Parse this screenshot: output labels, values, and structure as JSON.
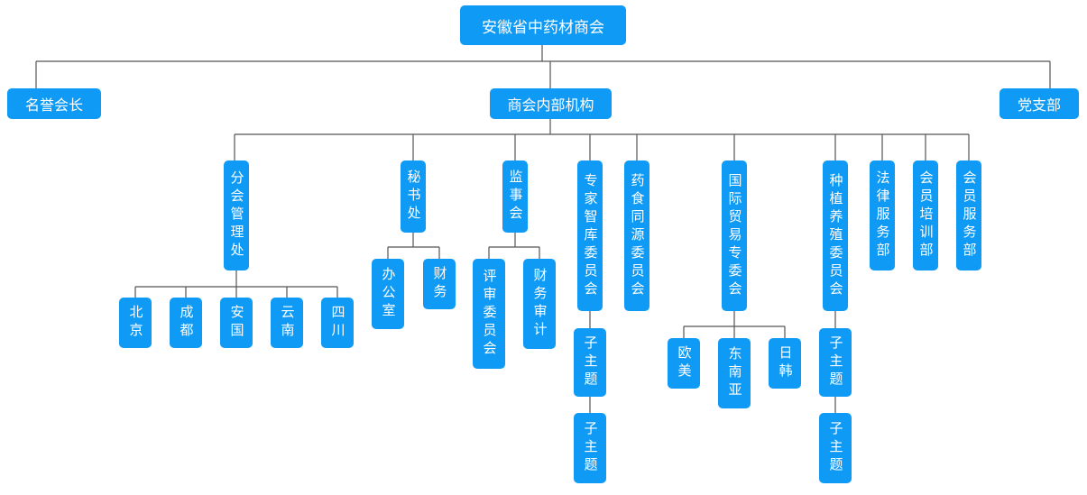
{
  "org_chart": {
    "root": "安徽省中药材商会",
    "honorary_president": "名誉会长",
    "internal_bodies": "商会内部机构",
    "party_branch": "党支部",
    "branch_office": "分会管理处",
    "branch_office_children": [
      "北京",
      "成都",
      "安国",
      "云南",
      "四川"
    ],
    "secretariat": "秘书处",
    "secretariat_children": [
      "办公室",
      "财务"
    ],
    "supervisory": "监事会",
    "supervisory_children": [
      "评审委员会",
      "财务审计"
    ],
    "expert_think_tank": "专家智库委员会",
    "expert_subtopics": [
      "子主题",
      "子主题"
    ],
    "medicine_food": "药食同源委员会",
    "intl_trade": "国际贸易专委会",
    "intl_trade_children": [
      "欧美",
      "东南亚",
      "日韩"
    ],
    "planting_breeding": "种植养殖委员会",
    "planting_subtopics": [
      "子主题",
      "子主题"
    ],
    "legal_services": "法律服务部",
    "member_training": "会员培训部",
    "member_services": "会员服务部"
  },
  "colors": {
    "node": "#0f9af5",
    "node_text": "#ffffff",
    "connector": "#555555"
  }
}
